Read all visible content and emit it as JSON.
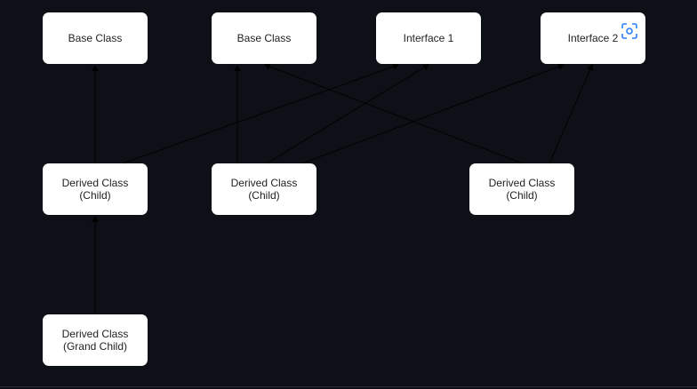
{
  "diagram": {
    "nodes": [
      {
        "id": "base1",
        "label": "Base Class"
      },
      {
        "id": "base2",
        "label": "Base Class"
      },
      {
        "id": "iface1",
        "label": "Interface 1"
      },
      {
        "id": "iface2",
        "label": "Interface 2"
      },
      {
        "id": "derived1",
        "label": "Derived Class\n(Child)"
      },
      {
        "id": "derived2",
        "label": "Derived Class\n(Child)"
      },
      {
        "id": "derived3",
        "label": "Derived Class\n(Child)"
      },
      {
        "id": "grand",
        "label": "Derived Class\n(Grand Child)"
      }
    ],
    "edges": [
      {
        "from": "derived1",
        "to": "base1"
      },
      {
        "from": "derived1",
        "to": "iface1"
      },
      {
        "from": "derived2",
        "to": "base2"
      },
      {
        "from": "derived2",
        "to": "iface1"
      },
      {
        "from": "derived2",
        "to": "iface2"
      },
      {
        "from": "derived3",
        "to": "base2"
      },
      {
        "from": "derived3",
        "to": "iface2"
      },
      {
        "from": "grand",
        "to": "derived1"
      }
    ],
    "colors": {
      "background": "#0d1117",
      "node_fill": "#ffffff",
      "edge": "#000000",
      "focus_icon": "#2d7ff9"
    },
    "icons": {
      "focus": "focus-frame-icon"
    }
  }
}
